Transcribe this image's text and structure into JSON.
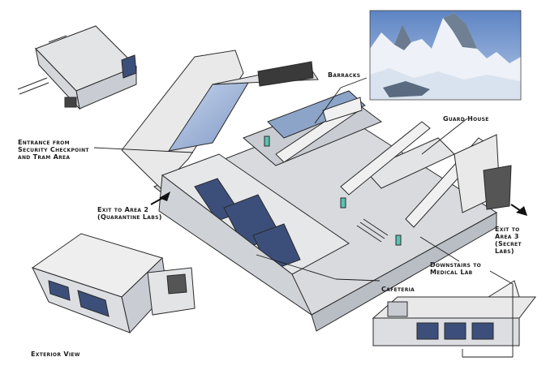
{
  "labels": {
    "barracks": "Barracks",
    "guard_house": "Guard House",
    "entrance": [
      "Entrance from",
      "Security Checkpoint",
      "and Tram Area"
    ],
    "exit_area2": [
      "Exit to Area 2",
      "(Quarantine Labs)"
    ],
    "exit_area3": [
      "Exit to",
      "Area 3",
      "(Secret",
      "Labs)"
    ],
    "downstairs": [
      "Downstairs to",
      "Medical Lab"
    ],
    "cafeteria": "Cafeteria",
    "exterior_view": "Exterior View"
  },
  "colors": {
    "wall": "#e9e9ea",
    "wall_shade": "#c9ccd2",
    "outline": "#2a2a2a",
    "glass": "#9fb6d8",
    "glass_dark": "#3c4f7a",
    "teal_light": "#58c2b0",
    "sky": "#6a8fc9"
  }
}
